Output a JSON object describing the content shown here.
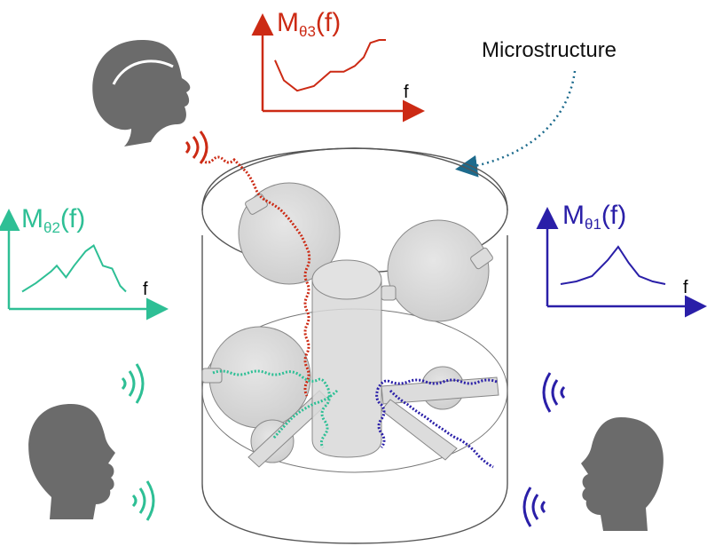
{
  "colors": {
    "red": "#cc2a14",
    "green": "#2ebf95",
    "blue": "#2a1fa8",
    "gray_head": "#6b6b6b",
    "arrow_dotted": "#1c6a8c"
  },
  "microstructure_label": "Microstructure",
  "plots": [
    {
      "id": "theta3",
      "title_main": "M",
      "title_sub": "θ3",
      "title_tail": "(f)",
      "x_label": "f",
      "curve_points": [
        [
          0,
          0.65
        ],
        [
          0.08,
          0.3
        ],
        [
          0.2,
          0.12
        ],
        [
          0.35,
          0.2
        ],
        [
          0.5,
          0.45
        ],
        [
          0.62,
          0.45
        ],
        [
          0.72,
          0.55
        ],
        [
          0.8,
          0.7
        ],
        [
          0.86,
          0.95
        ],
        [
          0.94,
          1.0
        ],
        [
          1,
          1.0
        ]
      ]
    },
    {
      "id": "theta2",
      "title_main": "M",
      "title_sub": "θ2",
      "title_tail": "(f)",
      "x_label": "f",
      "curve_points": [
        [
          0,
          0.1
        ],
        [
          0.12,
          0.25
        ],
        [
          0.25,
          0.45
        ],
        [
          0.3,
          0.55
        ],
        [
          0.38,
          0.35
        ],
        [
          0.45,
          0.55
        ],
        [
          0.55,
          0.8
        ],
        [
          0.62,
          0.9
        ],
        [
          0.7,
          0.55
        ],
        [
          0.78,
          0.5
        ],
        [
          0.85,
          0.2
        ],
        [
          0.9,
          0.1
        ]
      ]
    },
    {
      "id": "theta1",
      "title_main": "M",
      "title_sub": "θ1",
      "title_tail": "(f)",
      "x_label": "f",
      "curve_points": [
        [
          0,
          0.2
        ],
        [
          0.15,
          0.25
        ],
        [
          0.3,
          0.35
        ],
        [
          0.45,
          0.65
        ],
        [
          0.55,
          0.9
        ],
        [
          0.65,
          0.6
        ],
        [
          0.75,
          0.35
        ],
        [
          0.88,
          0.25
        ],
        [
          1,
          0.2
        ]
      ]
    }
  ],
  "icons": {
    "head_top_left": "head-side-view-icon",
    "head_bottom_left": "head-speaking-icon",
    "head_bottom_right": "head-speaking-icon",
    "sound_waves": "sound-wave-icon"
  }
}
